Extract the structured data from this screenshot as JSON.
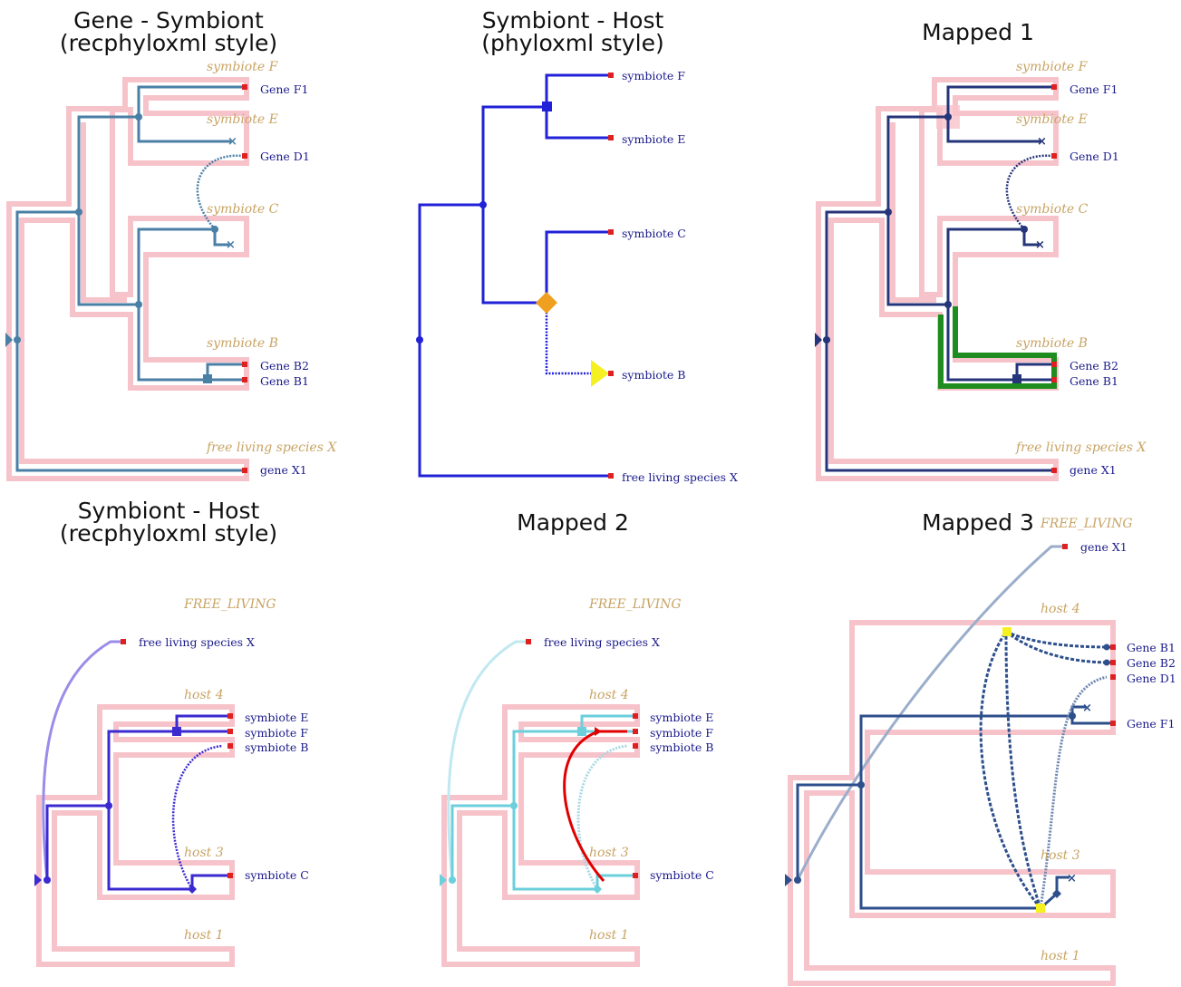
{
  "titles": {
    "p1_line1": "Gene - Symbiont",
    "p1_line2": "(recphyloxml style)",
    "p2_line1": "Symbiont - Host",
    "p2_line2": "(phyloxml style)",
    "p3": "Mapped 1",
    "p4_line1": "Symbiont - Host",
    "p4_line2": "(recphyloxml style)",
    "p5": "Mapped 2",
    "p6": "Mapped 3"
  },
  "symbionts": {
    "F": "symbiote F",
    "E": "symbiote E",
    "C": "symbiote C",
    "B": "symbiote B",
    "X": "free living species X"
  },
  "genes": {
    "F1": "Gene F1",
    "D1": "Gene D1",
    "B2": "Gene B2",
    "B1": "Gene B1",
    "X1": "gene X1"
  },
  "hosts": {
    "free": "FREE_LIVING",
    "h4": "host 4",
    "h3": "host 3",
    "h1": "host 1"
  },
  "colors": {
    "host_tube": "#f7c3cb",
    "gene_steel": "#4a7fa6",
    "gene_navy": "#25357a",
    "symbiont_blue": "#2121d8",
    "symbiont_indigo": "#3a2ad0",
    "mapped2_cyan": "#6ccfdc",
    "transfer_red": "#e00000",
    "highlight_green": "#1e8c1e",
    "duplication_orange": "#f0a020",
    "loss_yellow": "#f5f020",
    "leaf_marker_red": "#e02020",
    "host_label_gold": "#c8a464",
    "leaf_label_navy": "#1a1a8c"
  }
}
